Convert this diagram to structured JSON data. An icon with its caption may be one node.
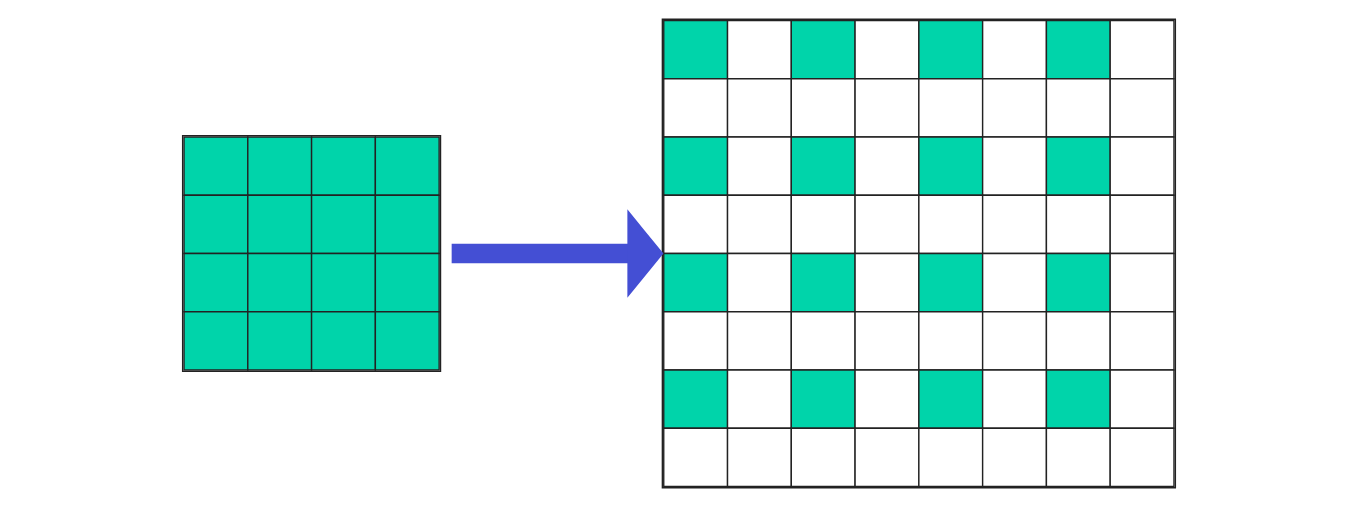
{
  "diagram": {
    "nodes": [
      {
        "text": [],
        "shape": "grid"
      },
      {
        "text": [],
        "shape": "grid"
      }
    ],
    "edges": [
      {
        "from": 0,
        "to": 1,
        "arrow": "to",
        "color": "#444fd4"
      }
    ]
  }
}
